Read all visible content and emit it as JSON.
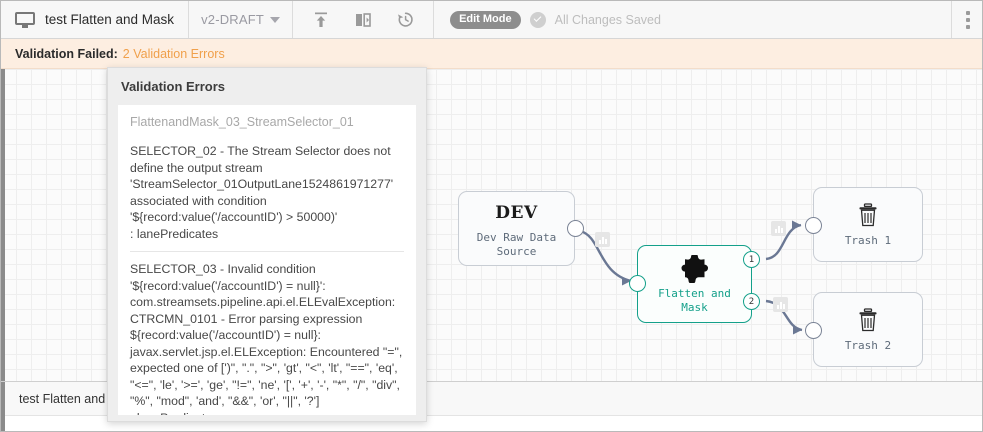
{
  "toolbar": {
    "monitor_icon": "monitor-icon",
    "pipeline_title": "test Flatten and Mask",
    "version_label": "v2-DRAFT",
    "caret_icon": "chevron-down-icon",
    "publish_icon": "publish-upload-icon",
    "compare_icon": "compare-versions-icon",
    "history_icon": "history-clock-icon",
    "edit_mode_label": "Edit Mode",
    "saved_check_icon": "check-circle-icon",
    "saved_label": "All Changes Saved",
    "kebab_icon": "more-vertical-icon"
  },
  "validation_bar": {
    "label": "Validation Failed:",
    "link": "2 Validation Errors"
  },
  "popup": {
    "header": "Validation Errors",
    "stage_ref": "FlattenandMask_03_StreamSelector_01",
    "errors": [
      "SELECTOR_02 - The Stream Selector does not define the output stream 'StreamSelector_01OutputLane1524861971277' associated with condition '${record:value('/accountID') > 50000)'\n: lanePredicates",
      "SELECTOR_03 - Invalid condition '${record:value('/accountID') = null}': com.streamsets.pipeline.api.el.ELEvalException: CTRCMN_0101 - Error parsing expression ${record:value('/accountID') = null}: javax.servlet.jsp.el.ELException: Encountered \"=\", expected one of [')\", \".\", \">\", 'gt', \"<\", 'lt', \"==\", 'eq', \"<=\", 'le', '>=', 'ge', \"!=\", 'ne', '[', '+', '-', \"*\", \"/\", \"div\", \"%\", \"mod\", 'and', \"&&\", 'or', \"||\", '?']\n: lanePredicates"
    ]
  },
  "canvas": {
    "stages": [
      {
        "name": "dev-raw-data-source",
        "icon_text": "DEV",
        "label": "Dev Raw Data\nSource",
        "selected": false
      },
      {
        "name": "flatten-and-mask",
        "icon_text": "",
        "label": "Flatten and\nMask",
        "selected": true,
        "icon": "puzzle-piece-icon",
        "output_ports": [
          "1",
          "2"
        ]
      },
      {
        "name": "trash-1",
        "icon_text": "",
        "label": "Trash 1",
        "selected": false,
        "icon": "trash-icon"
      },
      {
        "name": "trash-2",
        "icon_text": "",
        "label": "Trash 2",
        "selected": false,
        "icon": "trash-icon"
      }
    ],
    "lane_badge_icon": "bar-chart-badge-icon",
    "accent_selected": "#14a08a",
    "edge_color": "#6b7894"
  },
  "bottom_bar": {
    "row_label": "test Flatten and"
  }
}
